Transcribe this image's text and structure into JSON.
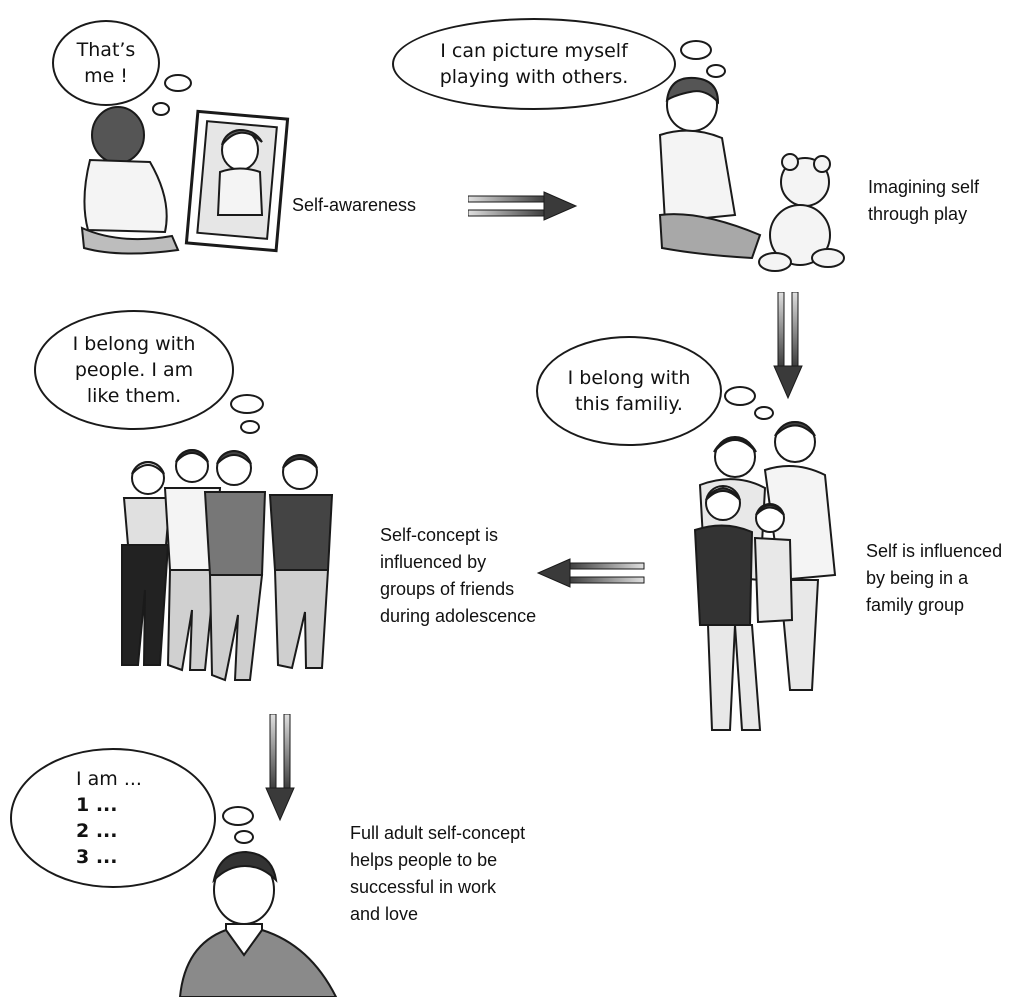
{
  "stages": [
    {
      "id": "self-awareness",
      "thought": [
        "That’s",
        "me !"
      ],
      "caption": [
        "Self-awareness"
      ]
    },
    {
      "id": "imagining-self",
      "thought": [
        "I can picture myself",
        "playing with others."
      ],
      "caption": [
        "Imagining self",
        "through play"
      ]
    },
    {
      "id": "family-group",
      "thought": [
        "I belong with",
        "this familiy."
      ],
      "caption": [
        "Self is influenced",
        "by being in a",
        "family group"
      ]
    },
    {
      "id": "friends-groups",
      "thought": [
        "I belong with",
        "people. I am",
        "like them."
      ],
      "caption": [
        "Self-concept is",
        "influenced by",
        "groups of friends",
        "during adolescence"
      ]
    },
    {
      "id": "adult-self-concept",
      "thought": [
        "I am ...",
        "1 ...",
        "2 ...",
        "3 ..."
      ],
      "caption": [
        "Full adult self-concept",
        "helps people to be",
        "successful in work",
        "and love"
      ]
    }
  ],
  "arrows": [
    {
      "from": "self-awareness",
      "to": "imagining-self",
      "direction": "right"
    },
    {
      "from": "imagining-self",
      "to": "family-group",
      "direction": "down"
    },
    {
      "from": "family-group",
      "to": "friends-groups",
      "direction": "left"
    },
    {
      "from": "friends-groups",
      "to": "adult-self-concept",
      "direction": "down"
    }
  ],
  "colors": {
    "line": "#1a1a1a",
    "arrow_dark": "#3a3a3a",
    "arrow_light": "#d0d0d0"
  }
}
